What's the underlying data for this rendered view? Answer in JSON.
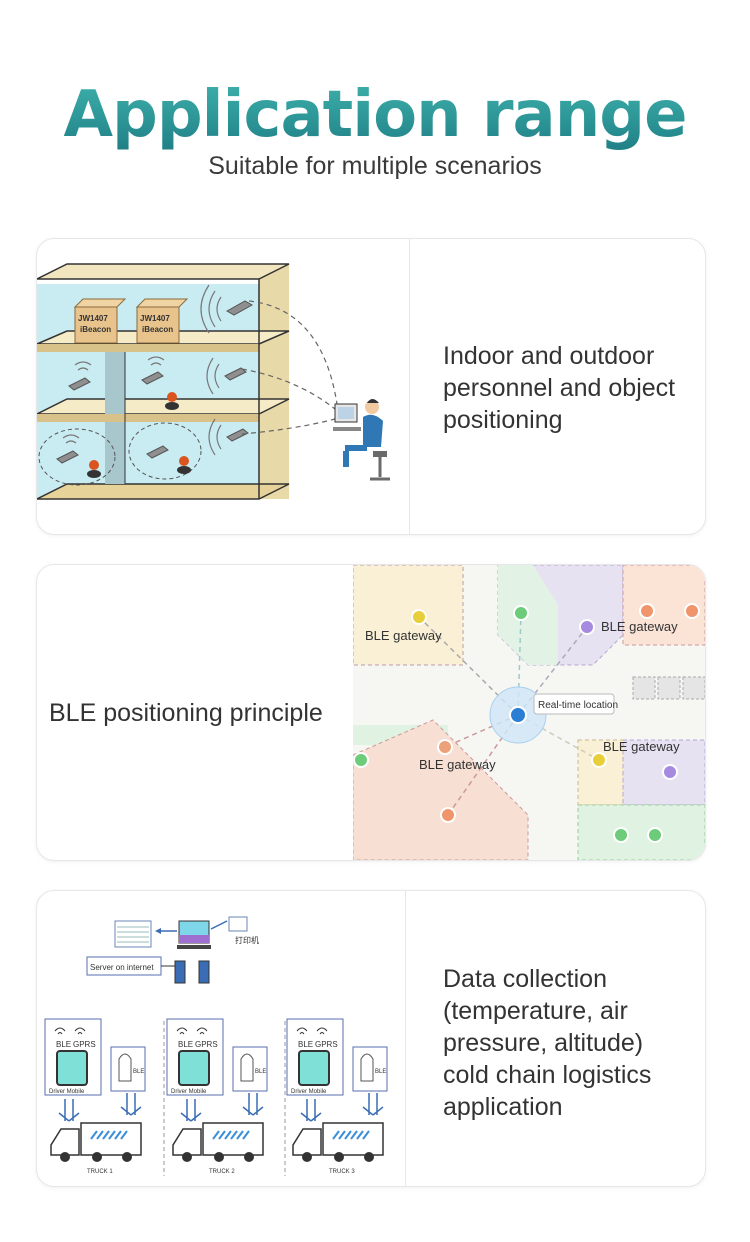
{
  "header": {
    "title": "Application range",
    "subtitle": "Suitable for multiple scenarios"
  },
  "cards": [
    {
      "text": "Indoor and outdoor personnel and object positioning",
      "illustration": {
        "box_labels": [
          "JW1407",
          "iBeacon"
        ]
      }
    },
    {
      "text": "BLE positioning principle",
      "illustration": {
        "gateway_label": "BLE gateway",
        "location_label": "Real-time location"
      }
    },
    {
      "text": "Data collection (temperature, air pressure, altitude) cold chain logistics application",
      "illustration": {
        "server_label": "Server on internet",
        "printer_label": "打印机",
        "ble_label": "BLE",
        "gprs_label": "GPRS",
        "mobile_label": "Driver Mobile",
        "trucks": [
          "TRUCK 1",
          "TRUCK 2",
          "TRUCK 3"
        ]
      }
    }
  ]
}
